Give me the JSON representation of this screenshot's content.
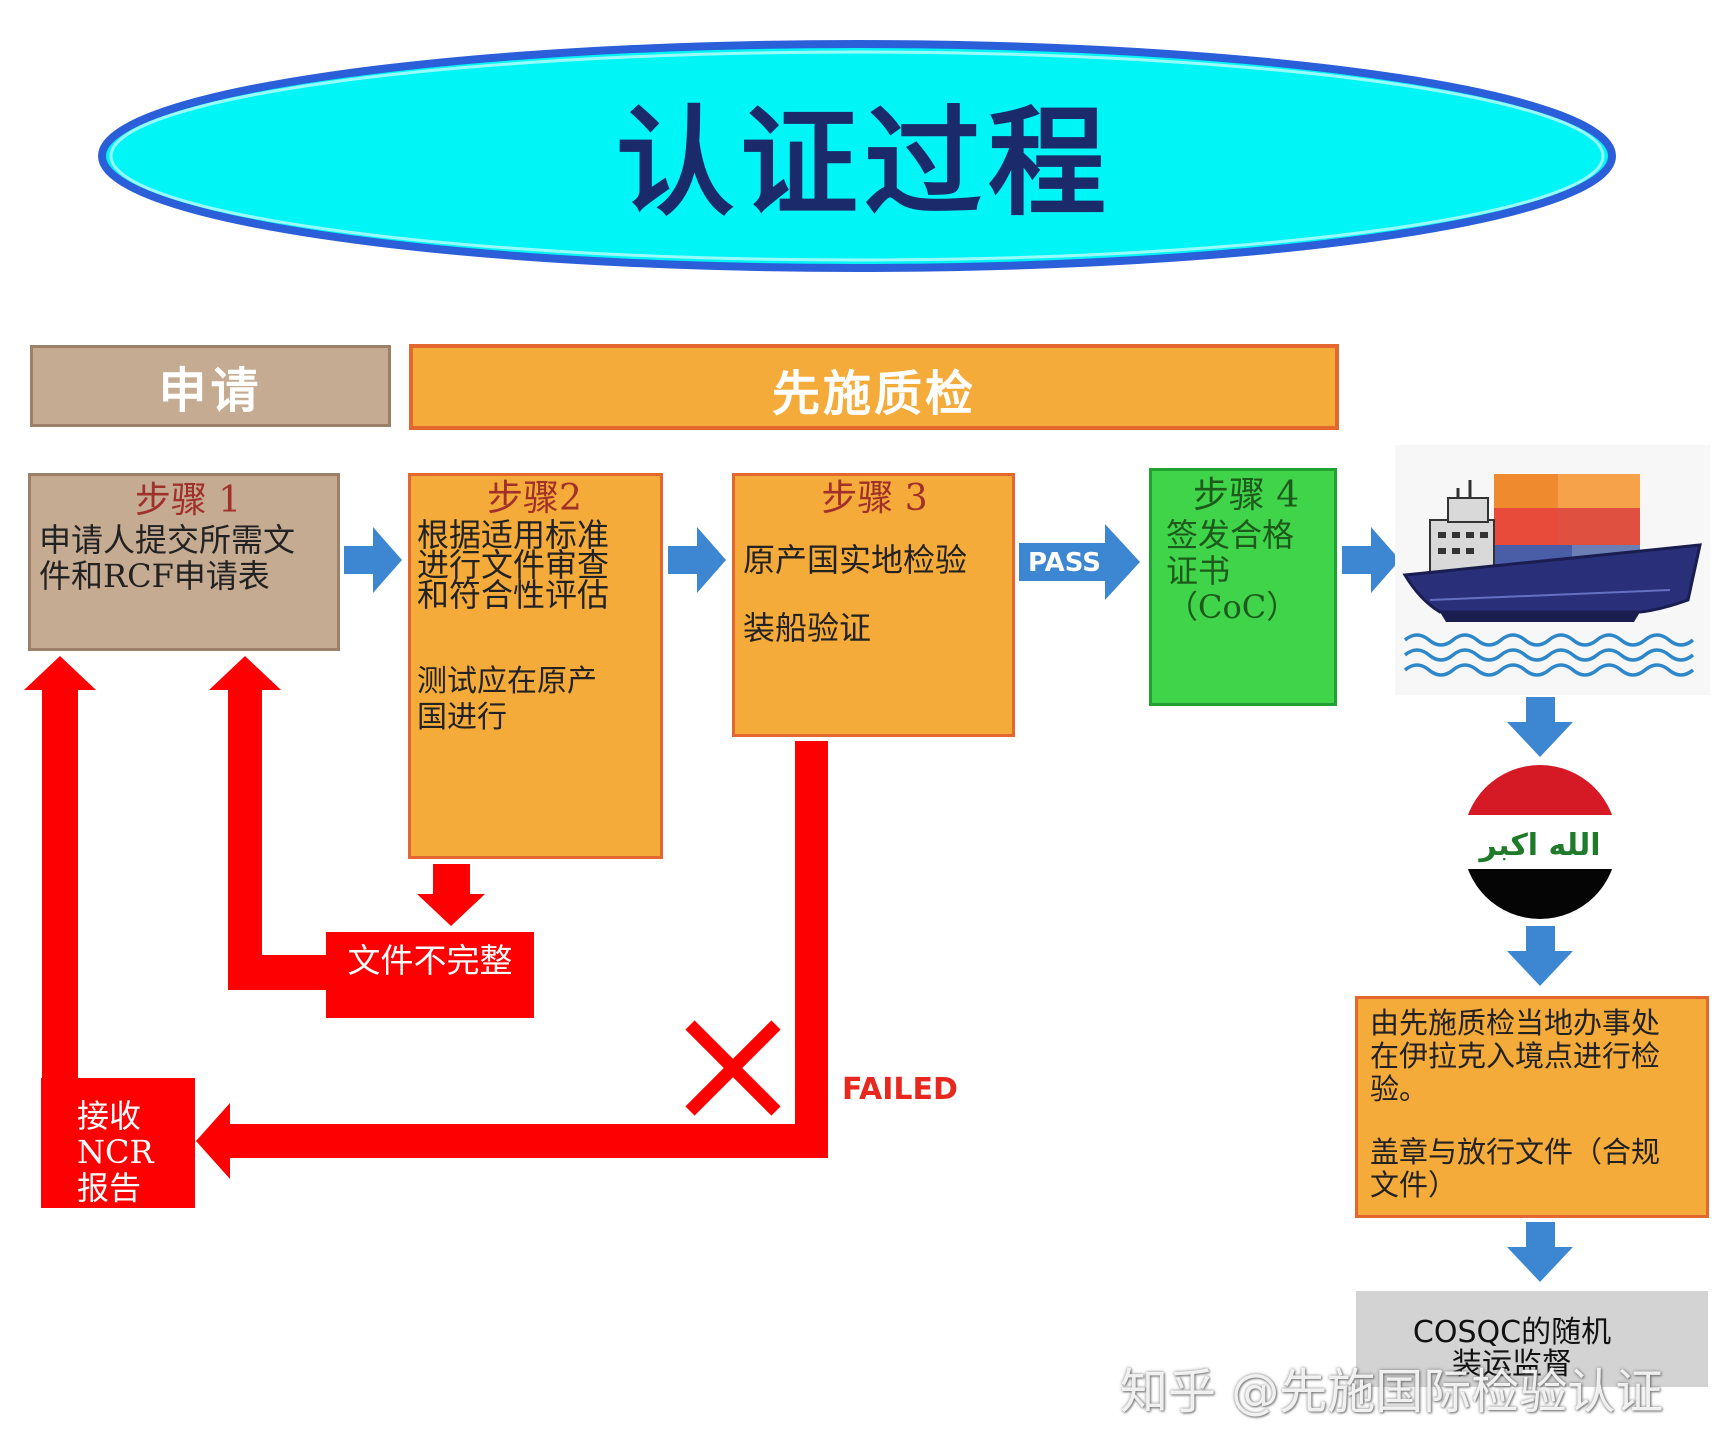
{
  "title": "认证过程",
  "phases": {
    "apply": "申请",
    "psi": "先施质检"
  },
  "steps": [
    {
      "title": "步骤  1",
      "lines": [
        "申请人提交所需文",
        "件和RCF申请表"
      ]
    },
    {
      "title": "步骤2",
      "lines": [
        "根据适用标准",
        "进行文件审查",
        "和符合性评估"
      ],
      "extra": [
        "测试应在原产",
        "国进行"
      ]
    },
    {
      "title": "步骤 3",
      "lines": [
        "原产国实地检验"
      ],
      "extra": [
        "装船验证"
      ]
    },
    {
      "title": "步骤 4",
      "lines": [
        "签发合格",
        "证书",
        "（CoC）"
      ]
    }
  ],
  "labels": {
    "pass": "PASS",
    "failed": "FAILED",
    "incomplete": "文件不完整",
    "ncr": [
      "接收",
      "NCR",
      "报告"
    ]
  },
  "iraq_office": {
    "lines": [
      "由先施质检当地办事处",
      "在伊拉克入境点进行检",
      "验。"
    ],
    "extra": [
      "盖章与放行文件（合规",
      "文件）"
    ]
  },
  "cosqc": [
    "COSQC的随机",
    "装运监督"
  ],
  "flag_text": "الله اكبر",
  "watermark": "知乎 @先施国际检验认证",
  "colors": {
    "title_ellipse": "#00f6f6",
    "ellipse_border": "#2b5fd9",
    "orange": "#f5ab3a",
    "tan": "#c5ab92",
    "green": "#3fd44a",
    "red": "#fd0002",
    "blue_arrow": "#3d87d2"
  },
  "icons": [
    "cargo-ship-icon",
    "waves-icon",
    "iraq-flag-icon",
    "cross-icon"
  ]
}
